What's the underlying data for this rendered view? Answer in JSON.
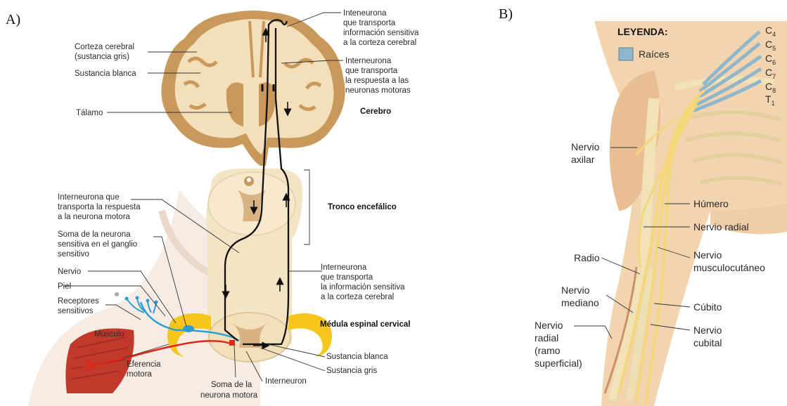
{
  "panels": {
    "a": "A)",
    "b": "B)"
  },
  "panel_a": {
    "labels": {
      "corteza_1": "Corteza cerebral",
      "corteza_2": "(sustancia gris)",
      "sust_blanca": "Sustancia blanca",
      "talamo": "Tálamo",
      "cerebro": "Cerebro",
      "inten_1": "Inteneurona",
      "inten_2": "que transporta",
      "inten_3": "información sensitiva",
      "inten_4": "a la corteza cerebral",
      "inter_r_1": "Interneurona",
      "inter_r_2": "que transporta",
      "inter_r_3": "la respuesta a las",
      "inter_r_4": "neuronas motoras",
      "tronco": "Tronco encefálico",
      "inter_l_1": "Interneurona que",
      "inter_l_2": "transporta la respuesta",
      "inter_l_3": "a la neurona motora",
      "soma_s_1": "Soma de la neurona",
      "soma_s_2": "sensitiva en el ganglio",
      "soma_s_3": "sensitivo",
      "nervio": "Nervio",
      "piel": "Piel",
      "recep_1": "Receptores",
      "recep_2": "sensitivos",
      "musculo": "Músculo",
      "eferencia_1": "Eferencia",
      "eferencia_2": "motora",
      "soma_m_1": "Soma de la",
      "soma_m_2": "neurona motora",
      "interneuron": "Interneuron",
      "inter_m_1": "Interneurona",
      "inter_m_2": "que transporta",
      "inter_m_3": "la información sensitiva",
      "inter_m_4": "a la corteza cerebral",
      "medula": "Médula espinal cervical",
      "sb2": "Sustancia blanca",
      "sg": "Sustancia gris"
    }
  },
  "panel_b": {
    "legend_title": "LEYENDA:",
    "legend_item": "Raíces",
    "roots": [
      {
        "letter": "C",
        "num": "4"
      },
      {
        "letter": "C",
        "num": "5"
      },
      {
        "letter": "C",
        "num": "6"
      },
      {
        "letter": "C",
        "num": "7"
      },
      {
        "letter": "C",
        "num": "8"
      },
      {
        "letter": "T",
        "num": "1"
      }
    ],
    "labels": {
      "axilar_1": "Nervio",
      "axilar_2": "axilar",
      "humero": "Húmero",
      "radial": "Nervio radial",
      "radio": "Radio",
      "musculo_1": "Nervio",
      "musculo_2": "musculocutáneo",
      "mediano_1": "Nervio",
      "mediano_2": "mediano",
      "cubito": "Cúbito",
      "radial_s_1": "Nervio",
      "radial_s_2": "radial",
      "radial_s_3": "(ramo",
      "radial_s_4": "superficial)",
      "cubital_1": "Nervio",
      "cubital_2": "cubital"
    }
  },
  "colors": {
    "sensory": "#2a9fd6",
    "motor": "#e0261b",
    "tissue": "#f3dfb9",
    "cortex": "#c8995a",
    "ganglion": "#f7c51b",
    "nerve": "#f4d77a",
    "root": "#8fb7c9"
  }
}
